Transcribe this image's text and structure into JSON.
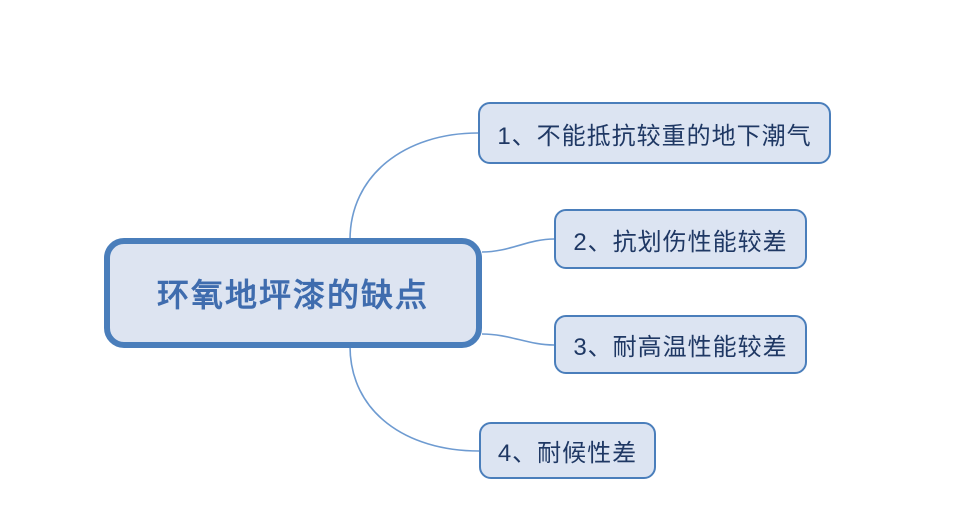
{
  "diagram": {
    "type": "mind-map",
    "background_color": "#ffffff",
    "central": {
      "label": "环氧地坪漆的缺点",
      "fill_color": "#dde4f1",
      "border_color": "#4a7ebb",
      "text_color": "#3f6cae"
    },
    "branches": [
      {
        "id": "b1",
        "label": "1、不能抵抗较重的地下潮气",
        "fill_color": "#dce4f2",
        "border_color": "#4a7ebb",
        "text_color": "#1f3864"
      },
      {
        "id": "b2",
        "label": "2、抗划伤性能较差",
        "fill_color": "#dce4f2",
        "border_color": "#4a7ebb",
        "text_color": "#1f3864"
      },
      {
        "id": "b3",
        "label": "3、耐高温性能较差",
        "fill_color": "#dce4f2",
        "border_color": "#4a7ebb",
        "text_color": "#1f3864"
      },
      {
        "id": "b4",
        "label": "4、耐候性差",
        "fill_color": "#dce4f2",
        "border_color": "#4a7ebb",
        "text_color": "#1f3864"
      }
    ],
    "connector_color": "#6e9bd1"
  }
}
